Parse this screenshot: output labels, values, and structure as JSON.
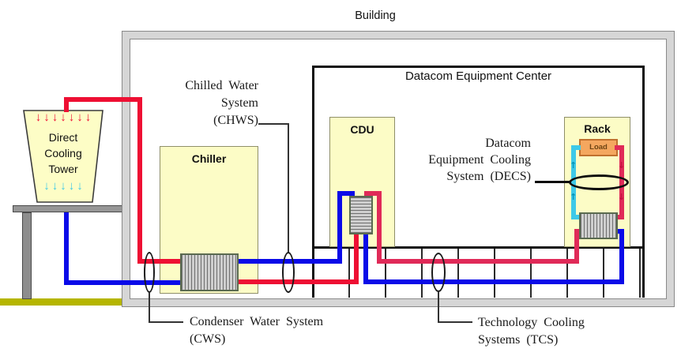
{
  "building": {
    "label": "Building"
  },
  "datacom": {
    "label": "Datacom Equipment Center"
  },
  "equipment": {
    "tower": {
      "lines": [
        "Direct",
        "Cooling",
        "Tower"
      ]
    },
    "chiller": {
      "label": "Chiller"
    },
    "cdu": {
      "label": "CDU"
    },
    "rack": {
      "label": "Rack"
    },
    "load": {
      "label": "Load"
    }
  },
  "annotations": {
    "chws": {
      "lines": [
        "Chilled Water",
        "System",
        "(CHWS)"
      ]
    },
    "cws": {
      "lines": [
        "Condenser Water System",
        "(CWS)"
      ]
    },
    "tcs": {
      "lines": [
        "Technology Cooling",
        "Systems (TCS)"
      ]
    },
    "decs": {
      "lines": [
        "Datacom",
        "Equipment Cooling",
        "System (DECS)"
      ]
    }
  },
  "flow": {
    "down_arrow": "↓",
    "up_arrow": "↑"
  },
  "colors": {
    "red": "#ee0f33",
    "crimson": "#e02a58",
    "blue": "#0a0ae8",
    "cyan": "#3ec9e8",
    "box_yellow": "#fcfcc6",
    "load_orange": "#f4a75f",
    "wall_gray": "#d6d6d6",
    "ground_olive": "#b5b500",
    "hx_gray": "#cfcfcf"
  }
}
